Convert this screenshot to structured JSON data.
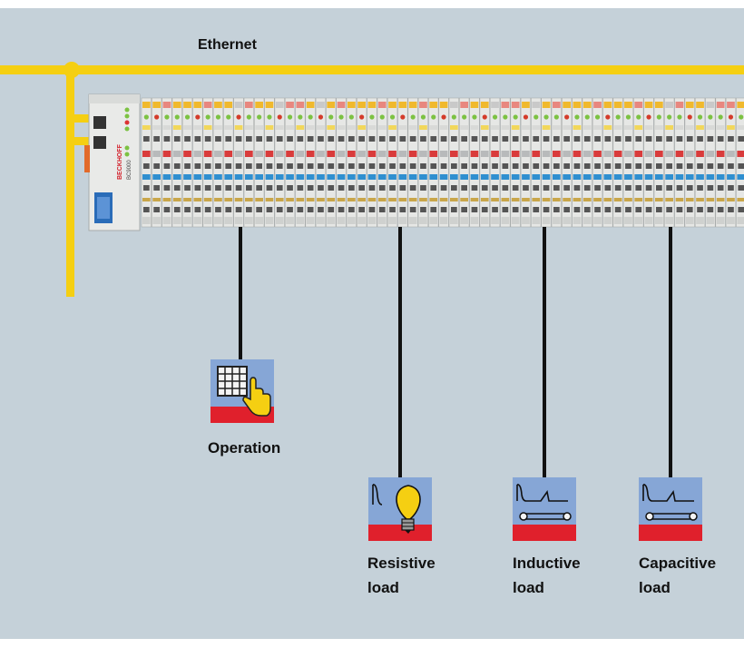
{
  "network": {
    "label": "Ethernet"
  },
  "controller": {
    "brand": "BECKHOFF",
    "model": "BC9000"
  },
  "functions": [
    {
      "id": "operation",
      "lines": [
        "Operation"
      ],
      "icon": "keypad-hand-icon"
    },
    {
      "id": "resistive",
      "lines": [
        "Resistive",
        "load"
      ],
      "icon": "light-bulb-icon"
    },
    {
      "id": "inductive",
      "lines": [
        "Inductive",
        "load"
      ],
      "icon": "conveyor-icon"
    },
    {
      "id": "capacitive",
      "lines": [
        "Capacitive",
        "load"
      ],
      "icon": "conveyor-icon"
    }
  ],
  "colors": {
    "background": "#c5d1d9",
    "bus": "#f5cf12",
    "icon_blue": "#86a6d6",
    "icon_red": "#e0202c",
    "wire": "#111111",
    "terminal_body": "#e6e7e5"
  }
}
